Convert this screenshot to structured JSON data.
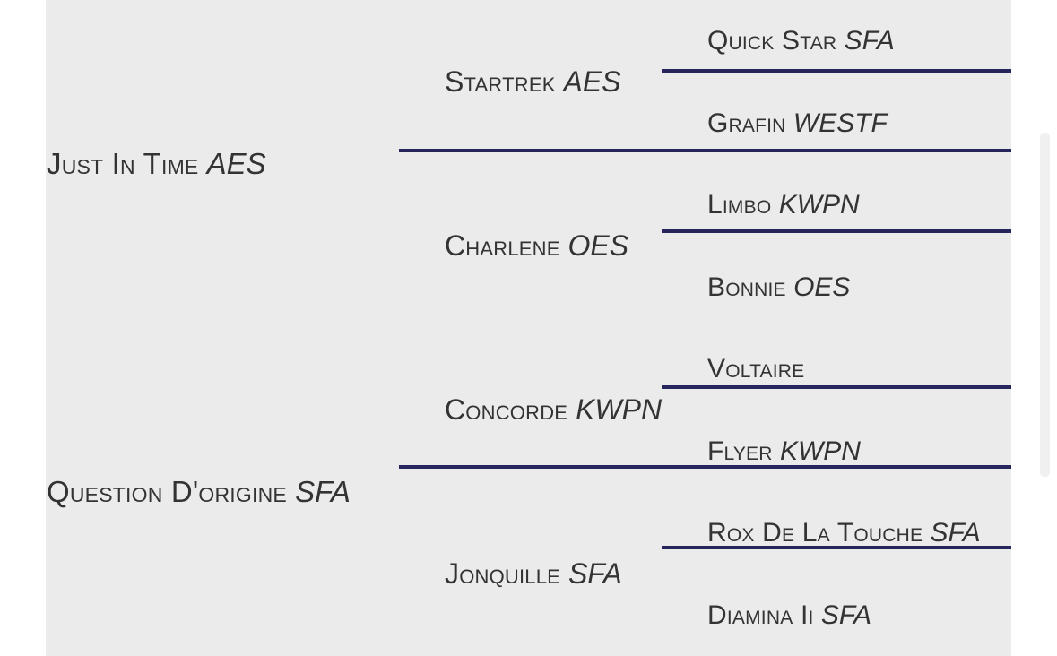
{
  "panel": {
    "background_color": "#ebebeb",
    "page_background_color": "#ffffff",
    "connector_color": "#26265c",
    "text_color": "#333333"
  },
  "pedigree": {
    "generations": [
      {
        "index": 1,
        "entries": [
          {
            "name": "Just In Time",
            "breed": "AES"
          },
          {
            "name": "Question D'origine",
            "breed": "SFA"
          }
        ]
      },
      {
        "index": 2,
        "entries": [
          {
            "name": "Startrek",
            "breed": "AES"
          },
          {
            "name": "Charlene",
            "breed": "OES"
          },
          {
            "name": "Concorde",
            "breed": "KWPN"
          },
          {
            "name": "Jonquille",
            "breed": "SFA"
          }
        ]
      },
      {
        "index": 3,
        "entries": [
          {
            "name": "Quick Star",
            "breed": "SFA"
          },
          {
            "name": "Grafin",
            "breed": "WESTF"
          },
          {
            "name": "Limbo",
            "breed": "KWPN"
          },
          {
            "name": "Bonnie",
            "breed": "OES"
          },
          {
            "name": "Voltaire",
            "breed": ""
          },
          {
            "name": "Flyer",
            "breed": "KWPN"
          },
          {
            "name": "Rox De La Touche",
            "breed": "SFA"
          },
          {
            "name": "Diamina Ii",
            "breed": "SFA"
          }
        ]
      }
    ]
  },
  "scrollbar": {
    "orientation": "vertical",
    "track_color": "#f2f2f2",
    "thumb_color": "#f0f0f0"
  }
}
